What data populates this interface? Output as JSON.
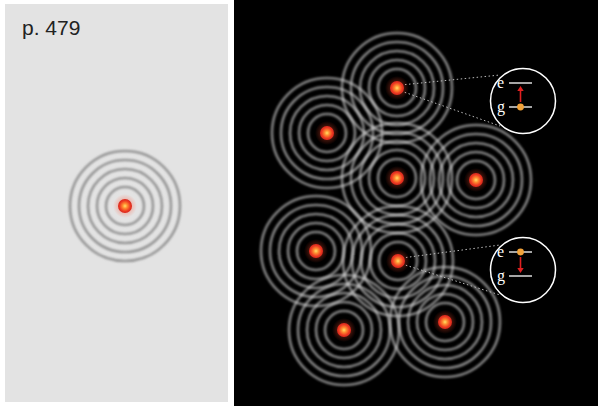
{
  "diagram": {
    "nodes": [
      {
        "text": [
          "e",
          "g"
        ]
      },
      {
        "text": [
          "e",
          "g"
        ]
      }
    ],
    "labels": [
      "p. 479"
    ]
  }
}
